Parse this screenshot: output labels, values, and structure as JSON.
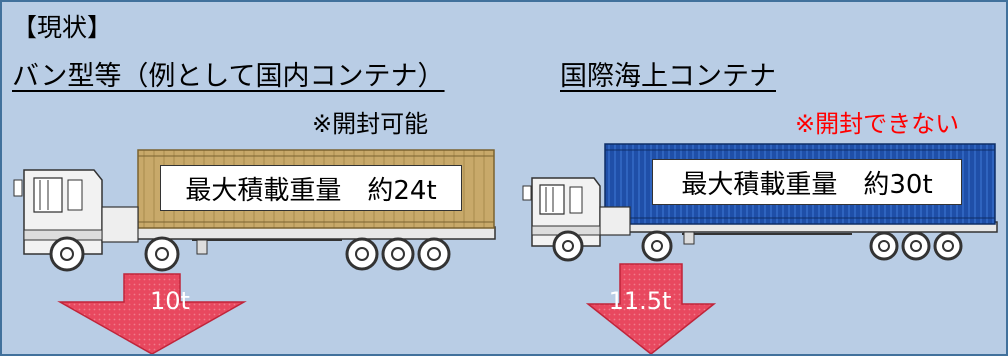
{
  "heading": "【現状】",
  "left": {
    "title": "バン型等（例として国内コンテナ）",
    "note": "※開封可能",
    "label": "最大積載重量　約24t",
    "axle_load": "10t",
    "container_color": "#c8a96a"
  },
  "right": {
    "title": "国際海上コンテナ",
    "note": "※開封できない",
    "label": "最大積載重量　約30t",
    "axle_load": "11.5t",
    "container_color": "#1f4fa8"
  },
  "colors": {
    "background": "#b9cde5",
    "border": "#41719c",
    "arrow": "#e8485f",
    "note_warning": "#ff0000"
  }
}
